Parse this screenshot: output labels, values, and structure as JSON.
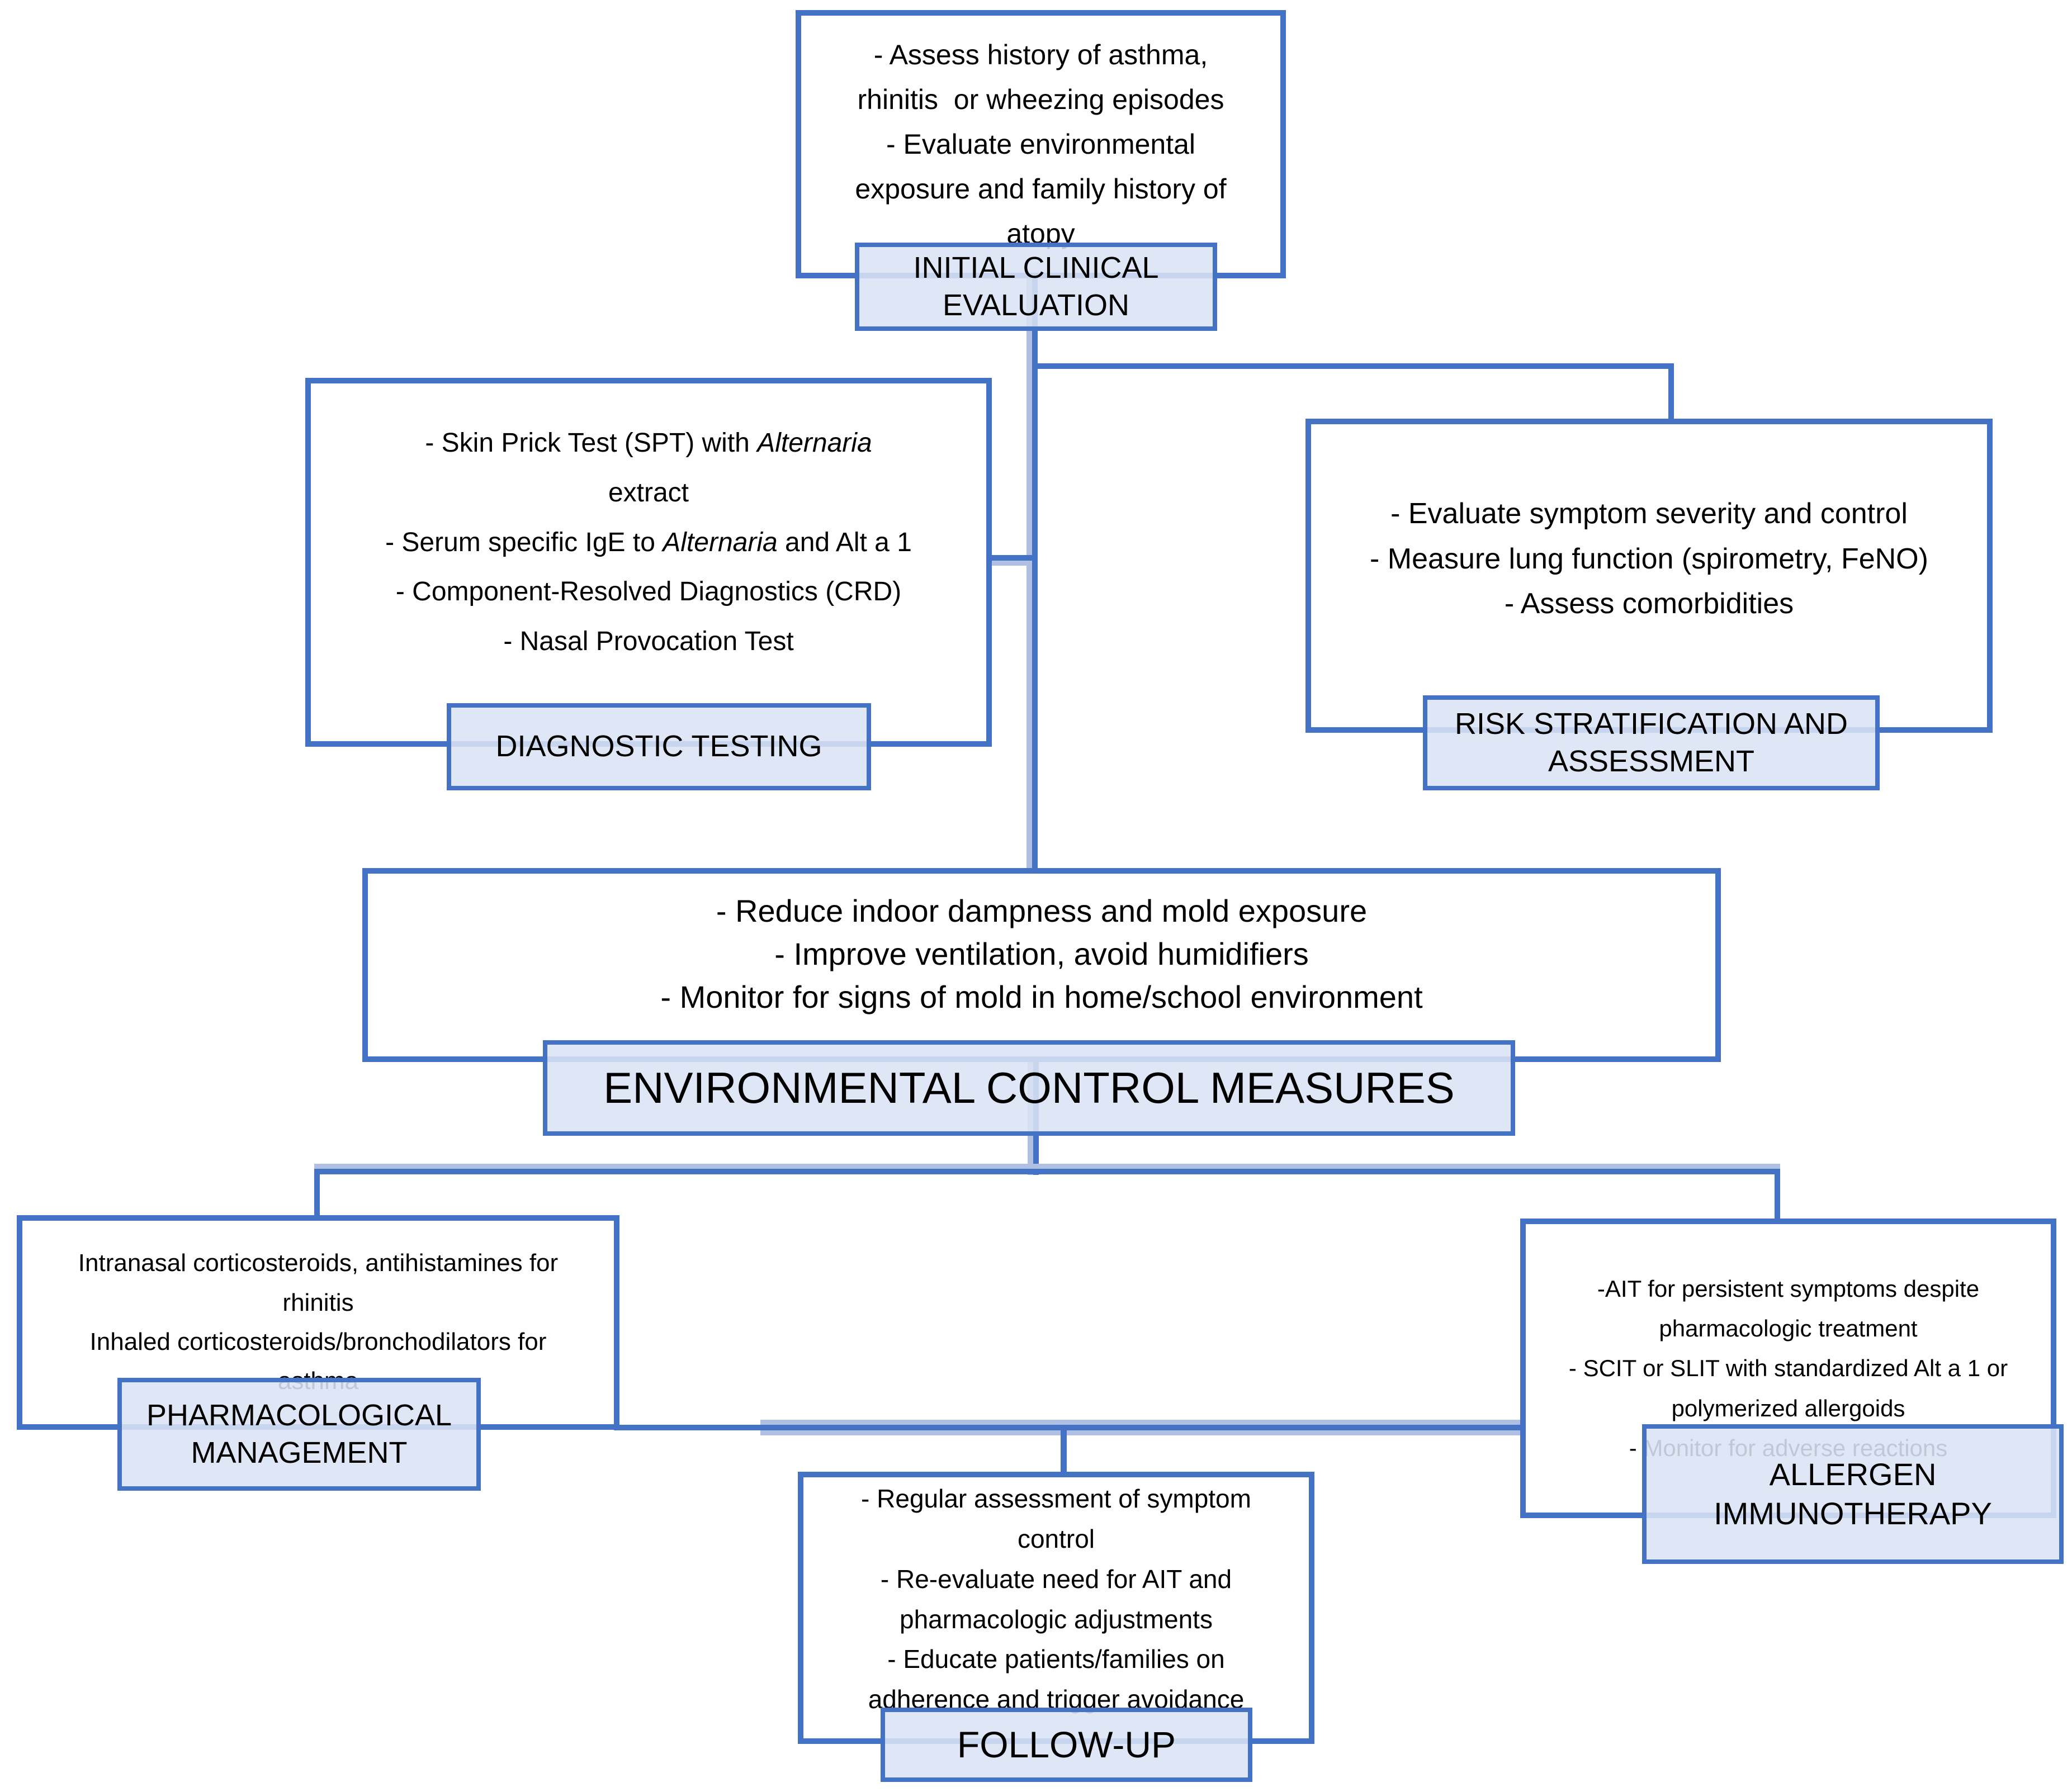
{
  "colors": {
    "accent": "#4472c4",
    "accent_light": "#b0c0e2",
    "label_fill": "#dbe2f4",
    "text": "#000000"
  },
  "flowchart": {
    "initial": {
      "label": "INITIAL CLINICAL EVALUATION",
      "items": [
        {
          "lines": [
            [
              "- Assess history of asthma,"
            ],
            [
              "rhinitis  or wheezing episodes"
            ]
          ]
        },
        {
          "lines": [
            [
              "- Evaluate environmental"
            ],
            [
              "exposure and family history of"
            ],
            [
              "atopy"
            ]
          ]
        }
      ]
    },
    "diagnostic": {
      "label": "DIAGNOSTIC TESTING",
      "items": [
        {
          "lines": [
            [
              "- Skin Prick Test (SPT) with ",
              {
                "i": "Alternaria"
              }
            ],
            [
              "extract"
            ]
          ]
        },
        {
          "lines": [
            [
              "- Serum specific IgE to ",
              {
                "i": "Alternaria"
              },
              " and Alt a 1"
            ]
          ]
        },
        {
          "lines": [
            [
              "- Component-Resolved Diagnostics (CRD)"
            ]
          ]
        },
        {
          "lines": [
            [
              "- Nasal Provocation Test"
            ]
          ]
        }
      ]
    },
    "risk": {
      "label": "RISK STRATIFICATION AND ASSESSMENT",
      "items": [
        {
          "lines": [
            [
              "- Evaluate symptom severity and control"
            ]
          ]
        },
        {
          "lines": [
            [
              "- Measure lung function (spirometry, FeNO)"
            ]
          ]
        },
        {
          "lines": [
            [
              "- Assess comorbidities"
            ]
          ]
        }
      ]
    },
    "environmental": {
      "label": "ENVIRONMENTAL CONTROL MEASURES",
      "items": [
        {
          "lines": [
            [
              "- Reduce indoor dampness and mold exposure"
            ]
          ]
        },
        {
          "lines": [
            [
              "- Improve ventilation, avoid humidifiers"
            ]
          ]
        },
        {
          "lines": [
            [
              "- Monitor for signs of mold in home/school environment"
            ]
          ]
        }
      ]
    },
    "pharmacological": {
      "label": "PHARMACOLOGICAL MANAGEMENT",
      "items": [
        {
          "lines": [
            [
              "Intranasal corticosteroids, antihistamines for"
            ],
            [
              "rhinitis"
            ]
          ]
        },
        {
          "lines": [
            [
              "Inhaled corticosteroids/bronchodilators for"
            ],
            [
              "asthma"
            ]
          ]
        }
      ]
    },
    "allergen": {
      "label": "ALLERGEN IMMUNOTHERAPY",
      "items": [
        {
          "lines": [
            [
              "-AIT for persistent symptoms despite"
            ],
            [
              "pharmacologic treatment"
            ]
          ]
        },
        {
          "lines": [
            [
              "- SCIT or SLIT with standardized Alt a 1 or"
            ],
            [
              "polymerized allergoids"
            ]
          ]
        },
        {
          "lines": [
            [
              "- Monitor for adverse reactions"
            ]
          ]
        }
      ]
    },
    "followup": {
      "label": "FOLLOW-UP",
      "items": [
        {
          "lines": [
            [
              "- Regular assessment of symptom"
            ],
            [
              "control"
            ]
          ]
        },
        {
          "lines": [
            [
              "- Re-evaluate need for AIT and"
            ],
            [
              "pharmacologic adjustments"
            ]
          ]
        },
        {
          "lines": [
            [
              "- Educate patients/families on"
            ],
            [
              "adherence and trigger avoidance"
            ]
          ]
        }
      ]
    }
  }
}
